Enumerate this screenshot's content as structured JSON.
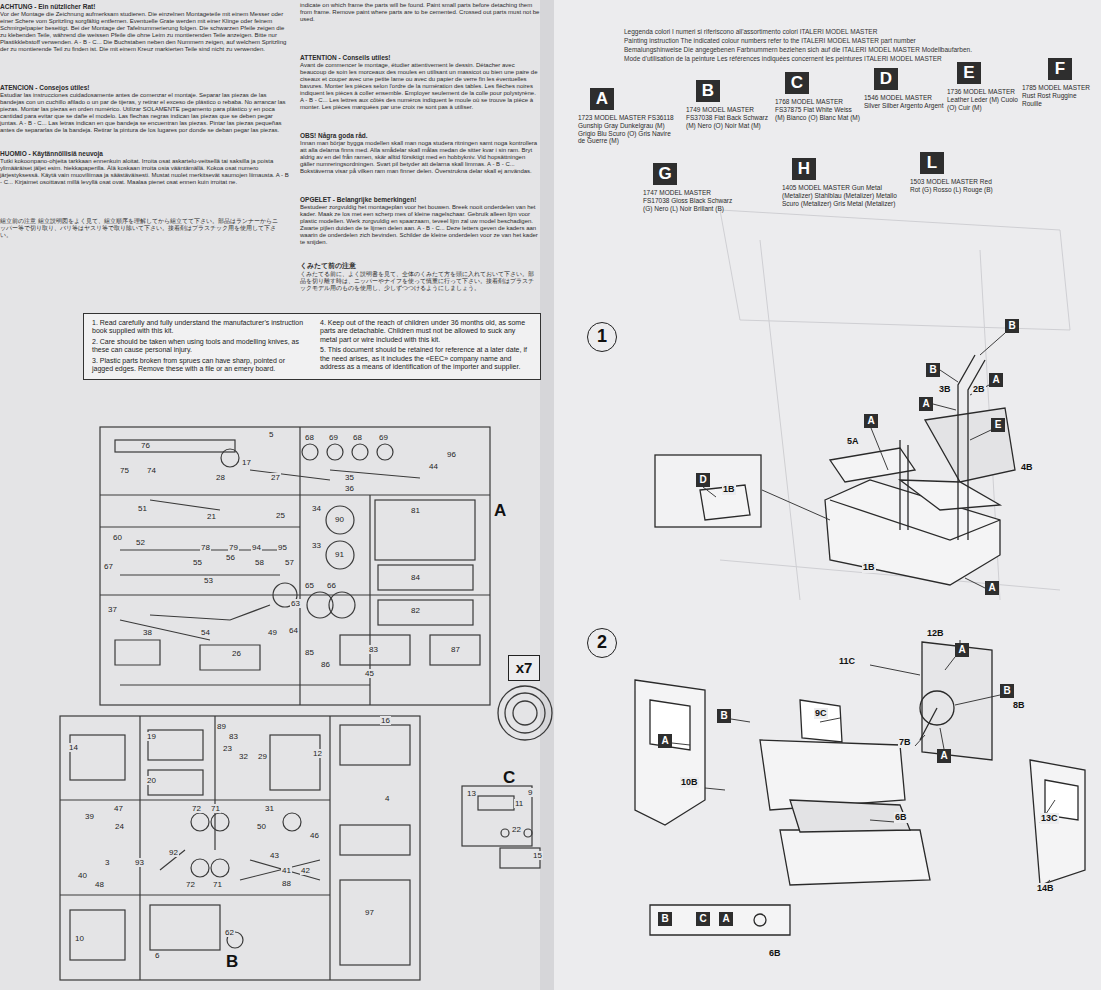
{
  "diagram": {
    "nodes": [
      {
        "text": [
          "1. Read carefully and fully understand the manufacturer's instruction book supplied with this kit.",
          "2. Care should be taken when using tools and modelling knives, as these can cause personal injury.",
          "3. Plastic parts broken from sprues can have sharp, pointed or jagged edges. Remove these with a file or an emery board.",
          "4. Keep out of the reach of children under 36 months old, as some parts are detachable. Children must not be allowed to suck any metal part or wire included with this kit.",
          "5. This document should be retained for reference at a later date, if the need arises, as it includes the «EEC» company name and address as a means of identification of the importer and supplier."
        ]
      },
      {
        "text": [
          "A",
          "1723 MODEL MASTER FS36118 Gunship Gray Dunkelgrau (M) Grigio Blu Scuro (O) Gris Navire de Guerre (M)"
        ]
      },
      {
        "text": [
          "B",
          "1749 MODEL MASTER FS37038 Flat Back Schwarz (M) Nero (O) Noir Mat (M)"
        ]
      },
      {
        "text": [
          "C",
          "1768 MODEL MASTER FS37875 Flat White Weiss (M) Bianco (O) Blanc Mat (M)"
        ]
      },
      {
        "text": [
          "D",
          "1546 MODEL MASTER Silver Silber Argento Argent"
        ]
      },
      {
        "text": [
          "E",
          "1736 MODEL MASTER Leather Leder (M) Cuoio (O) Cuir (M)"
        ]
      },
      {
        "text": [
          "F",
          "1785 MODEL MASTER Rust Rost Ruggine Rouille"
        ]
      },
      {
        "text": [
          "G",
          "1747 MODEL MASTER FS17038 Gloss Black Schwarz (G) Nero (L) Noir Brillant (B)"
        ]
      },
      {
        "text": [
          "H",
          "1405 MODEL MASTER Gun Metal (Metalizer) Stahlblau (Metalizer) Metallo Scuro (Metalizer) Gris Metal (Metalizer)"
        ]
      },
      {
        "text": [
          "L",
          "1503 MODEL MASTER Red Rot (G) Rosso (L) Rouge (B)"
        ]
      },
      {
        "text": [
          "1"
        ]
      },
      {
        "text": [
          "2"
        ]
      },
      {
        "text": [
          "B"
        ]
      },
      {
        "text": [
          "B"
        ]
      },
      {
        "text": [
          "A"
        ]
      },
      {
        "text": [
          "A"
        ]
      },
      {
        "text": [
          "A"
        ]
      },
      {
        "text": [
          "E"
        ]
      },
      {
        "text": [
          "D"
        ]
      },
      {
        "text": [
          "A"
        ]
      },
      {
        "text": [
          "A"
        ]
      },
      {
        "text": [
          "B"
        ]
      },
      {
        "text": [
          "B"
        ]
      },
      {
        "text": [
          "A"
        ]
      },
      {
        "text": [
          "A"
        ]
      },
      {
        "text": [
          "B"
        ]
      },
      {
        "text": [
          "C"
        ]
      },
      {
        "text": [
          "A"
        ]
      },
      {
        "text": [
          "x7"
        ]
      }
    ],
    "labels": [
      "indicate on which frame the parts will be found. Paint small parts before detaching them from frame. Remove paint where parts are to be cemented. Crossed out parts must not be used.",
      "ACHTUNG - Ein nützlicher Rat!",
      "Vor der Montage die Zeichnung aufmerksam studieren. Die einzelnen Montageteile mit einem Messer oder einer Schere vom Spritzling sorgfältig entfernen. Eventuelle Grate werden mit einer Klinge oder feinem Schmirgelpapier beseitigt. Bei der Montage der Tafelnummerierung folgen. Die schwarzen Pfeile zeigen die zu klebenden Teile, während die weissen Pfeile die ohne Leim zu montierenden Teile anzeigen. Bitte nur Plastikklebstoff verwenden. A - B - C... Die Buchstaben neben den Nummern zeigen, auf welchem Spritzling der zu montierende Teil zu finden ist. Die mit einem Kreuz markierten Teile sind nicht zu verwenden.",
      "ATENCION - Consejos útiles!",
      "Estudiar las instrucciones cuidadosamente antes de comenzar el montaje. Separar las piezas de las bandejas con un cuchillo afilado o un par de tijeras, y retirar el exceso de plástico o rebaba. No arrancar las piezas. Montar las piezas en orden numérico. Utilizar SOLAMENTE pegamento para plástico y en poca cantidad para evitar que se dañe el modelo. Las flechas negras indican las piezas que se deben pegar juntas. A - B - C... Las letras indican en que bandeja se encuentran las piezas. Pintar las piezas pequeñas antes de separarlas de la bandeja. Retirar la pintura de los lugares por donde se deban pegar las piezas.",
      "HUOMIO - Käytännöllisiä neuvoja",
      "Tutki kokoonpano-ohjeita tarkkaan ennenkuin aloitat. Irroita osat askartelu-veitsellä tai saksilla ja poista ylimääräiset jäljet esim. hiekkapaperilla. Älä koskaan irroita osia vääntämällä. Kokoa osat numero järjestyksessä. Käytä vain muoviliimaa ja säästäväisesti. Mustat nuolet merkitsevät saumojen liimausta. A - B - C... Kirjaimet osoittavat millä levyllä osat ovat. Maalaa pienet osat ennen kuin irroitat ne.",
      "組立前の注意 組立説明図をよく見て、組立順序を理解してから組立てて下さい。部品はランナーからニッパー等で切り取り、バリ等はヤスリ等で取り除いて下さい。接着剤はプラスチック用を使用して下さい。",
      "ATTENTION - Conseils utiles!",
      "Avant de commencer le montage, étudier attentivement le dessin. Détacher avec beaucoup de soin les morceaux des moules en utilisant un massicot ou bien une paire de ciseaux et couper avec une petite lame ou avec du papier de verre fin les éventuelles bavures. Monter les pièces selon l'ordre de la numération des tables. Les flèches noires indiquent les pièces à coller ensemble. Employer seulement de la colle pour polystyrène. A - B - C... Les lettres aux côtés des numéros indiquent le moule où se trouve la pièce à monter. Les pièces marquées par une croix ne sont pas à utiliser.",
      "OBS! Några goda råd.",
      "Innan man börjar bygga modellen skall man noga studera ritningen samt noga kontrollera att alla delarna finns med. Alla smådelar skall målas medan de sitter kvar i sin ram. Bryt aldrig av en del från ramen, skär alltid försiktigt med en hobbykniv. Vid hopsättningen gäller numreringsordningen. Svart pil betyder att delarna skall limmas. A - B - C... Bokstäverna visar på vilken ram man finner delen. Överstrukna delar skall ej användas.",
      "OPGELET - Belangrijke bemerkingen!",
      "Bestudeer zorgvuldig het montageplan voor het bouwen. Breek nooit onderdelen van het kader. Maak ze los met een scherp mes of kleine nagelschaar. Gebruik alleen lijm voor plastic modellen. Werk zorgvuldig en spaarzaam, teveel lijm zal uw model beschadigen. Zwarte pijlen duiden de te lijmen delen aan. A - B - C... Deze letters geven de kaders aan waarin de onderdelen zich bevinden. Schilder de kleine onderdelen voor ze van het kader te snijden.",
      "くみたて前の注意",
      "くみたてる前に、よく説明書を見て、全体のくみたて方を頭に入れておいて下さい。部品を切り離す時は、ニッパーやナイフを使って慎重に行って下さい。接着剤はプラスチックモデル用のものを使用し、少しずつつけるようにしましょう。",
      "Leggenda colori I numeri si riferiscono all'assortimento colori ITALERI MODEL MASTER",
      "Painting instruction The indicated colour numbers refer to the ITALERI MODEL MASTER part number",
      "Bemalungshinweise Die angegebenen Farbnummern beziehen sich auf die ITALERI MODEL MASTER Modellbaufarben.",
      "Mode d'utilisation de la peinture Les références indiquées concernent les peintures ITALERI MODEL MASTER",
      "76",
      "5",
      "17",
      "68",
      "69",
      "68",
      "69",
      "96",
      "44",
      "75",
      "74",
      "28",
      "27",
      "35",
      "36",
      "51",
      "21",
      "25",
      "34",
      "90",
      "81",
      "60",
      "52",
      "78",
      "79",
      "94",
      "95",
      "33",
      "91",
      "67",
      "55",
      "56",
      "58",
      "57",
      "53",
      "63",
      "65",
      "66",
      "84",
      "37",
      "38",
      "54",
      "49",
      "64",
      "82",
      "85",
      "86",
      "83",
      "87",
      "26",
      "45",
      "A",
      "89",
      "83",
      "23",
      "32",
      "29",
      "16",
      "14",
      "19",
      "20",
      "12",
      "47",
      "39",
      "24",
      "72",
      "71",
      "31",
      "50",
      "4",
      "3",
      "93",
      "92",
      "72",
      "71",
      "46",
      "48",
      "40",
      "43",
      "41",
      "42",
      "88",
      "97",
      "10",
      "62",
      "6",
      "B",
      "13",
      "11",
      "9",
      "22",
      "15",
      "C",
      "3B",
      "2B",
      "5A",
      "4B",
      "1B",
      "1B",
      "12B",
      "11C",
      "8B",
      "9C",
      "7B",
      "10B",
      "6B",
      "13C",
      "14B",
      "6B"
    ]
  }
}
